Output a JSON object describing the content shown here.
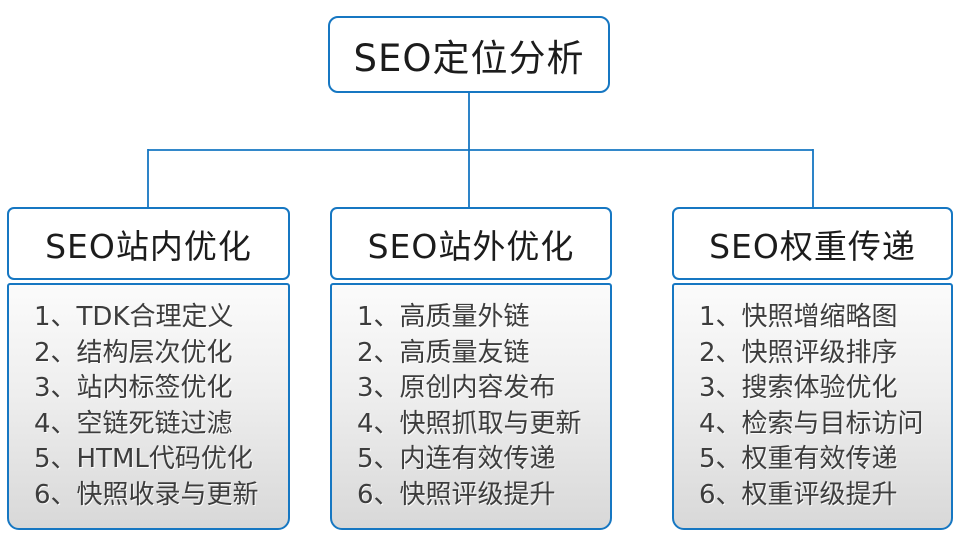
{
  "diagram": {
    "root": {
      "title": "SEO定位分析"
    },
    "columns": [
      {
        "title": "SEO站内优化",
        "items": [
          "1、TDK合理定义",
          "2、结构层次优化",
          "3、站内标签优化",
          "4、空链死链过滤",
          "5、HTML代码优化",
          "6、快照收录与更新"
        ]
      },
      {
        "title": "SEO站外优化",
        "items": [
          "1、高质量外链",
          "2、高质量友链",
          "3、原创内容发布",
          "4、快照抓取与更新",
          "5、内连有效传递",
          "6、快照评级提升"
        ]
      },
      {
        "title": "SEO权重传递",
        "items": [
          "1、快照增缩略图",
          "2、快照评级排序",
          "3、搜索体验优化",
          "4、检索与目标访问",
          "5、权重有效传递",
          "6、权重评级提升"
        ]
      }
    ],
    "colors": {
      "accent": "#1677c2",
      "heading_text": "#1c1c1c",
      "item_text": "#3d3d3d",
      "panel_gradient_top": "#fbfbfb",
      "panel_gradient_bottom": "#d8d8d8"
    }
  }
}
